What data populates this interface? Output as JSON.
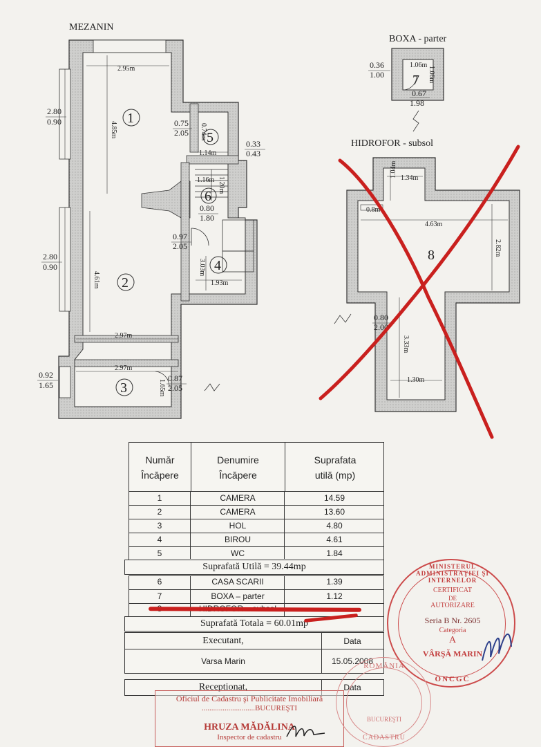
{
  "plans": {
    "mezanin_title": "MEZANIN",
    "boxa_title": "BOXA - parter",
    "hidrofor_title": "HIDROFOR - subsol",
    "mezanin": {
      "d_295": "2.95m",
      "d_485": "4.85m",
      "left_top": [
        "2.80",
        "0.90"
      ],
      "left_mid": [
        "2.80",
        "0.90"
      ],
      "left_bot": [
        "0.92",
        "1.65"
      ],
      "d5_a": [
        "0.75",
        "2.05"
      ],
      "d5_b": "0.74m",
      "d5_w": "1.14m",
      "right_small": [
        "0.33",
        "0.43"
      ],
      "d6_a": "1.16m",
      "d6_b": "1.20m",
      "d6_c": [
        "0.80",
        "1.80"
      ],
      "door_mid": [
        "0.97",
        "2.05"
      ],
      "d4_h": "3.03m",
      "d4_w": "1.93m",
      "d2_h": "4.61m",
      "d2_w": "2.97m",
      "d3_w": "2.97m",
      "d3_h": "1.65m",
      "door_bot": [
        "0.87",
        "2.05"
      ],
      "rooms": [
        "1",
        "2",
        "3",
        "4",
        "5",
        "6"
      ]
    },
    "boxa": {
      "left": [
        "0.36",
        "1.00"
      ],
      "top": "1.06m",
      "side": "1.06m",
      "inner": "0.67",
      "bottom": "1.98",
      "room": "7"
    },
    "hidrofor": {
      "top": "1.34m",
      "tl": "1.04m",
      "small": "0.8m",
      "width": "4.63m",
      "height": "2.82m",
      "door": [
        "0.80",
        "2.00"
      ],
      "stem_h": "3.33m",
      "stem_w": "1.30m",
      "room": "8"
    }
  },
  "table": {
    "headers": [
      "Număr\nÎncăpere",
      "Denumire\nÎncăpere",
      "Suprafata\nutilă  (mp)"
    ],
    "rows": [
      [
        "1",
        "CAMERA",
        "14.59"
      ],
      [
        "2",
        "CAMERA",
        "13.60"
      ],
      [
        "3",
        "HOL",
        "4.80"
      ],
      [
        "4",
        "BIROU",
        "4.61"
      ],
      [
        "5",
        "WC",
        "1.84"
      ]
    ],
    "utila": "Suprafată Utilă = 39.44mp",
    "extra_rows": [
      [
        "6",
        "CASA  SCARII",
        "1.39"
      ],
      [
        "7",
        "BOXA  –  parter",
        "1.12"
      ],
      [
        "8",
        "HIDROFOR  –  subsol",
        ""
      ]
    ],
    "totala": "Suprafată Totala = 60.01mp",
    "executant_label": "Executant,",
    "data_label": "Data",
    "executant_name": "Varsa  Marin",
    "executant_date": "15.05.2008",
    "receptionat_label": "Receptionat,",
    "data_label2": "Data"
  },
  "stamps": {
    "oficiu_line1": "Oficiul de Cadastru şi Publicitate Imobiliară",
    "oficiu_city": "BUCUREŞTI",
    "oficiu_name": "HRUZA MĂDĂLINA",
    "oficiu_role": "Inspector de cadastru",
    "cert_line1": "CERTIFICAT",
    "cert_line2": "DE",
    "cert_line3": "AUTORIZARE",
    "cert_serie": "Seria B Nr. 2605",
    "cert_cat": "Categoria",
    "cert_letter": "A",
    "cert_name": "VÂRŞĂ MARIN",
    "cert_ring": "MINISTERUL ADMINISTRAŢIEI ŞI INTERNELOR",
    "cert_bottom": "ONCGC",
    "round_top": "ROMÂNIA",
    "round_city": "BUCUREŞTI",
    "round_bottom": "CADASTRU"
  },
  "colors": {
    "wall": "#c9c9c7",
    "ink": "#222222",
    "red": "#c9201e"
  }
}
